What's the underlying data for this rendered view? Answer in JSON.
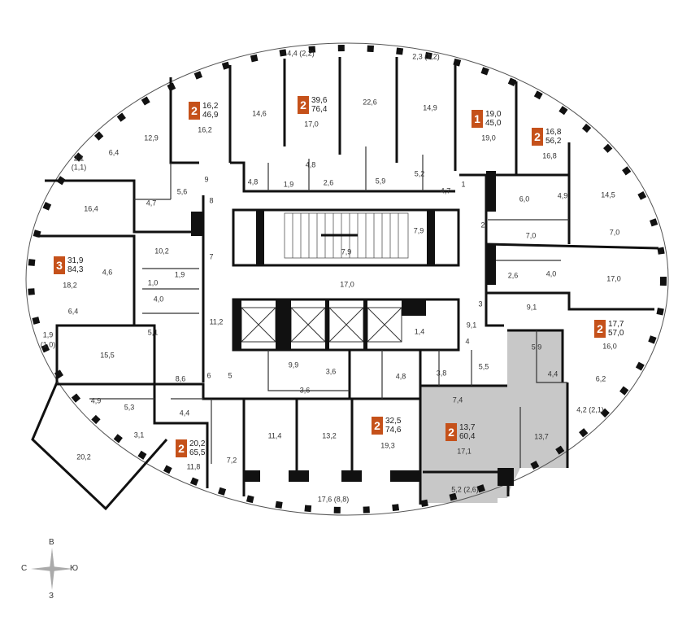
{
  "colors": {
    "badge": "#c5511a",
    "highlight": "#c8c8c8",
    "wall": "#111111"
  },
  "apartments": [
    {
      "id": "a1",
      "rooms": "2",
      "living": "16,2",
      "total": "46,9"
    },
    {
      "id": "a2",
      "rooms": "2",
      "living": "39,6",
      "total": "76,4"
    },
    {
      "id": "a3",
      "rooms": "1",
      "living": "19,0",
      "total": "45,0"
    },
    {
      "id": "a4",
      "rooms": "2",
      "living": "16,8",
      "total": "56,2"
    },
    {
      "id": "a5",
      "rooms": "3",
      "living": "31,9",
      "total": "84,3"
    },
    {
      "id": "a6",
      "rooms": "2",
      "living": "17,7",
      "total": "57,0"
    },
    {
      "id": "a7",
      "rooms": "2",
      "living": "32,5",
      "total": "74,6"
    },
    {
      "id": "a8",
      "rooms": "2",
      "living": "13,7",
      "total": "60,4"
    },
    {
      "id": "a9",
      "rooms": "2",
      "living": "20,2",
      "total": "65,5"
    }
  ],
  "rooms": {
    "r01": "4,4 (2,2)",
    "r02": "2,3 (1,2)",
    "r03": "14,6",
    "r04": "17,0",
    "r05": "22,6",
    "r06": "14,9",
    "r07": "19,0",
    "r08": "16,2",
    "r09": "12,9",
    "r10": "6,4",
    "r11": "2,1",
    "r12": "(1,1)",
    "r13": "16,8",
    "r14": "14,5",
    "r15": "4,9",
    "r16": "6,0",
    "r17": "7,0",
    "r18": "7,0",
    "r19": "16,4",
    "r20": "4,7",
    "r21": "5,6",
    "r22": "4,8",
    "r23": "1,9",
    "r24": "2,6",
    "r25": "4,8",
    "r26": "5,9",
    "r27": "5,2",
    "r28": "4,7",
    "r29": "7,9",
    "r30": "7,9",
    "r31": "10,2",
    "r32": "4,6",
    "r33": "18,2",
    "r34": "6,4",
    "r35": "1,9",
    "r36": "1,0",
    "r37": "4,0",
    "r38": "5,1",
    "r39": "11,2",
    "r40": "17,0",
    "r41": "2,6",
    "r42": "4,0",
    "r43": "17,0",
    "r44": "9,1",
    "r45": "1,9",
    "r46": "(1,0)",
    "r47": "15,5",
    "r48": "9,1",
    "r49": "1,4",
    "r50": "16,0",
    "r51": "9,9",
    "r52": "3,6",
    "r53": "3,8",
    "r54": "5,5",
    "r55": "5,9",
    "r56": "4,4",
    "r57": "6,2",
    "r58": "8,6",
    "r59": "3,6",
    "r60": "4,8",
    "r61": "7,4",
    "r62": "4,2 (2,1)",
    "r63": "4,9",
    "r64": "5,3",
    "r65": "4,4",
    "r66": "3,1",
    "r67": "11,4",
    "r68": "13,2",
    "r69": "19,3",
    "r70": "17,1",
    "r71": "13,7",
    "r72": "20,2",
    "r73": "11,8",
    "r74": "7,2",
    "r75": "5,2 (2,6)",
    "r76": "17,6 (8,8)"
  },
  "doors": {
    "d1": "9",
    "d2": "8",
    "d3": "7",
    "d4": "1",
    "d5": "2",
    "d6": "3",
    "d7": "4",
    "d8": "6",
    "d9": "5"
  },
  "compass": {
    "north": "В",
    "south": "З",
    "west": "С",
    "east": "Ю"
  }
}
